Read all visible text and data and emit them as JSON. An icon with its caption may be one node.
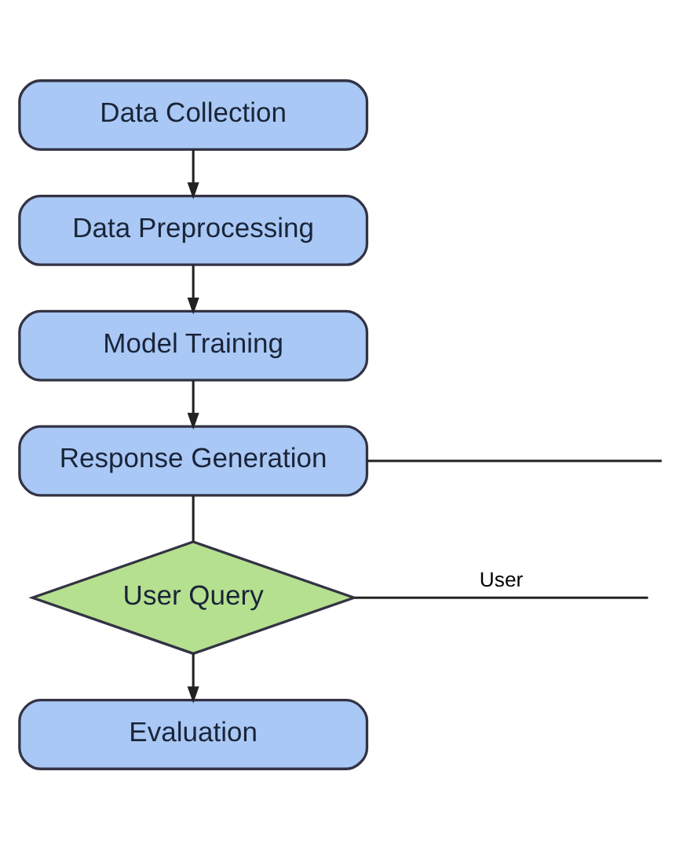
{
  "diagram": {
    "nodes": [
      {
        "text": [
          "Data Collection"
        ]
      },
      {
        "text": [
          "Data Preprocessing"
        ]
      },
      {
        "text": [
          "Model Training"
        ]
      },
      {
        "text": [
          "Response Generation"
        ]
      },
      {
        "text": [
          "User Query"
        ]
      },
      {
        "text": [
          "Evaluation"
        ]
      }
    ],
    "edges": [
      {
        "from": 0,
        "to": 1,
        "arrow": "to"
      },
      {
        "from": 1,
        "to": 2,
        "arrow": "to"
      },
      {
        "from": 2,
        "to": 3,
        "arrow": "to"
      },
      {
        "from": 3,
        "to": 4,
        "arrow": "none"
      },
      {
        "from": 4,
        "to": 5,
        "arrow": "to"
      },
      {
        "from": 3,
        "to": null,
        "arrow": "none"
      },
      {
        "from": 4,
        "to": null,
        "arrow": "none",
        "label": "User"
      }
    ]
  }
}
